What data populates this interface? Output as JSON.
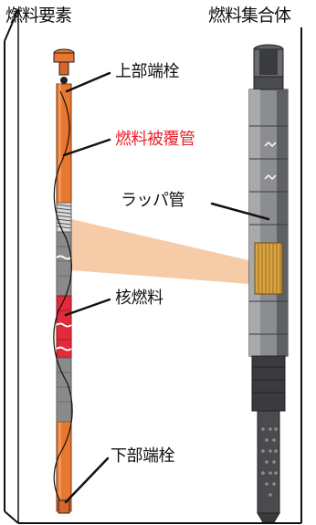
{
  "titles": {
    "fuel_element": "燃料要素",
    "fuel_assembly": "燃料集合体"
  },
  "callouts": {
    "upper_end_plug": "上部端栓",
    "fuel_cladding": "燃料被覆管",
    "wrapper_tube": "ラッパ管",
    "nuclear_fuel": "核燃料",
    "lower_end_plug": "下部端栓"
  },
  "colors": {
    "cladding_label": "#e8222b",
    "cladding_orange": "#e9772f",
    "fuel_red": "#e22a3b",
    "spring_gray": "#8a8a8a",
    "zoom_wedge": "#f5c69e",
    "assembly_gray": "#5f6063",
    "assembly_dark": "#3a3b3e",
    "wire_bundle_gold": "#d9a441"
  }
}
